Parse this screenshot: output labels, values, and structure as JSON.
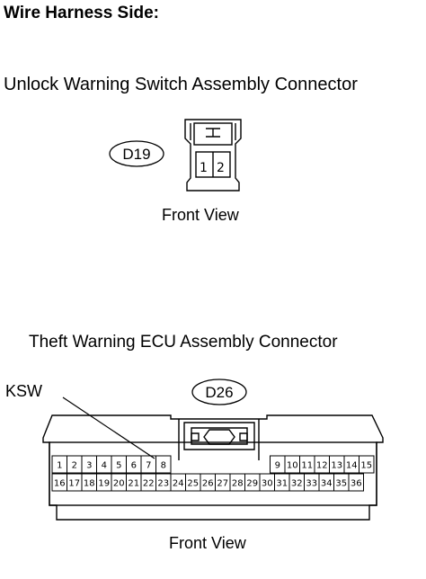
{
  "heading": "Wire Harness Side:",
  "connectors": [
    {
      "id": "D19",
      "title": "Unlock Warning Switch Assembly Connector",
      "view": "Front View",
      "pins": [
        "1",
        "2"
      ]
    },
    {
      "id": "D26",
      "title": "Theft Warning ECU Assembly Connector",
      "view": "Front View",
      "pin_label": "KSW",
      "top_row_left": [
        "1",
        "2",
        "3",
        "4",
        "5",
        "6",
        "7",
        "8"
      ],
      "top_row_right": [
        "9",
        "10",
        "11",
        "12",
        "13",
        "14",
        "15"
      ],
      "bottom_row": [
        "16",
        "17",
        "18",
        "19",
        "20",
        "21",
        "22",
        "23",
        "24",
        "25",
        "26",
        "27",
        "28",
        "29",
        "30",
        "31",
        "32",
        "33",
        "34",
        "35",
        "36"
      ]
    }
  ]
}
